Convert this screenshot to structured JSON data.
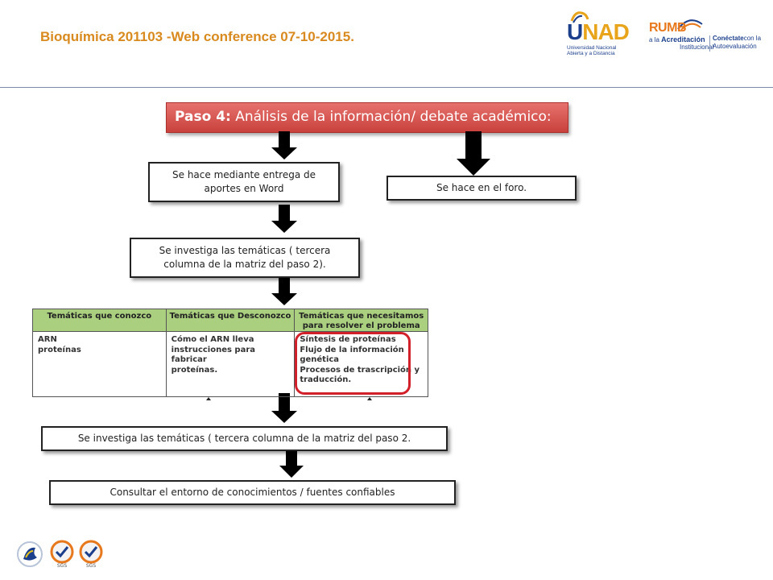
{
  "header": {
    "title": "Bioquímica 201103 -Web conference 07-10-2015."
  },
  "unad_logo": {
    "letter_u": "U",
    "letters_nad": "NAD",
    "subtitle_line1": "Universidad Nacional",
    "subtitle_line2": "Abierta y a Distancia"
  },
  "rumbo_logo": {
    "word": "RUMB",
    "line1_prefix": "a la ",
    "line1_bold": "Acreditación",
    "line2": "Institucional",
    "right_bold": "Conéctate",
    "right_light": "con la",
    "right_line2": "Autoevaluación"
  },
  "banner": {
    "bold": "Paso 4:",
    "text": " Análisis de la información/ debate académico:"
  },
  "boxes": {
    "entrega": "Se hace mediante entrega de aportes en Word",
    "foro": "Se hace en el foro.",
    "investiga1": "Se investiga las   temáticas ( tercera columna de la matriz del paso 2).",
    "investiga2": "Se investiga las   temáticas ( tercera columna de la matriz del paso 2.",
    "consultar": "Consultar  el entorno de conocimientos / fuentes confiables"
  },
  "matrix": {
    "headers": [
      "Temáticas  que conozco",
      "Temáticas  que Desconozco",
      "Temáticas que  necesitamos para resolver el problema"
    ],
    "col1": [
      "ARN",
      "proteínas"
    ],
    "col2": [
      "Cómo el ARN  lleva",
      "instrucciones para  fabricar",
      "proteínas."
    ],
    "col3": [
      "Síntesis de proteínas",
      "Flujo de la información",
      "genética",
      "Procesos de trascripción y",
      "traducción."
    ]
  },
  "footer": {
    "badge_label_1": "SGS",
    "badge_label_2": "SGS"
  },
  "colors": {
    "title": "#d98a1f",
    "banner": "#d0524d",
    "table_header": "#a9cf7f",
    "highlight": "#d2202a"
  }
}
